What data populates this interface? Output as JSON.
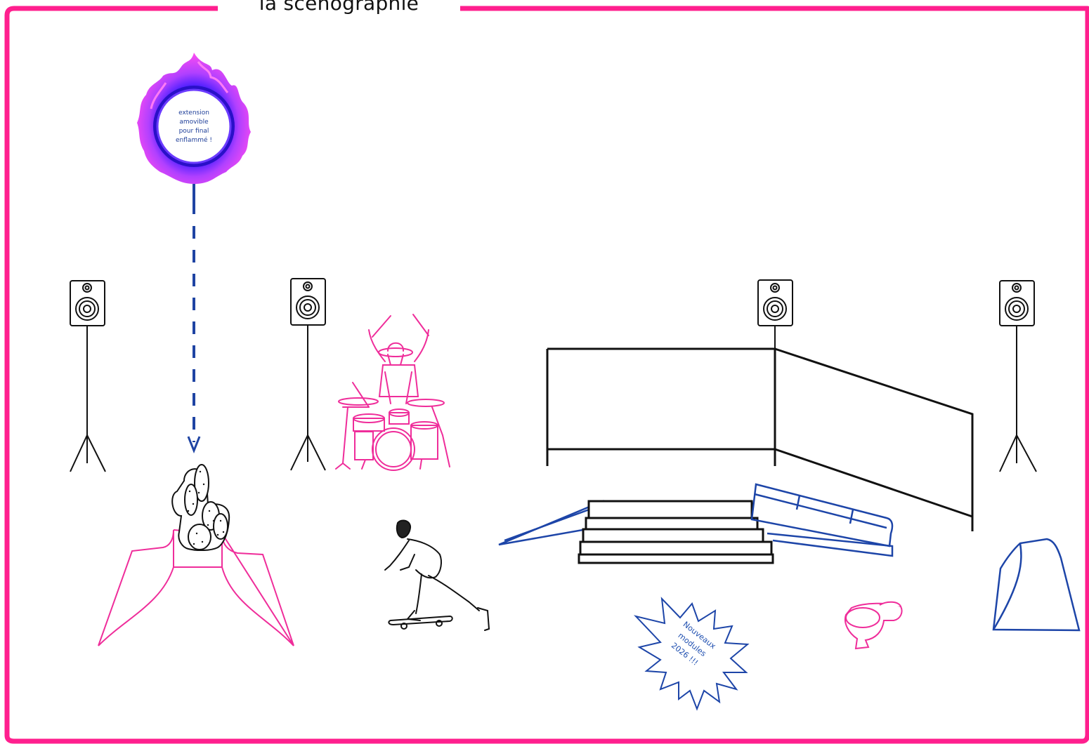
{
  "title": "la scénographie",
  "fire_ring": {
    "lines": [
      "extension",
      "amovible",
      "pour final",
      "enflammé !"
    ]
  },
  "new_modules_badge": {
    "lines": [
      "Nouveaux",
      "modules",
      "2026 !!!"
    ]
  },
  "colors": {
    "frame": "#ff1f8e",
    "pink": "#ef2d9a",
    "blue": "#1d45a8",
    "black": "#111111",
    "fire": "#d633ff",
    "fire_inner": "#3a1fd8"
  },
  "icons": [
    "speaker-icon",
    "drummer-icon",
    "skater-icon",
    "cactus-icon",
    "toilet-icon",
    "fire-ring-icon"
  ]
}
